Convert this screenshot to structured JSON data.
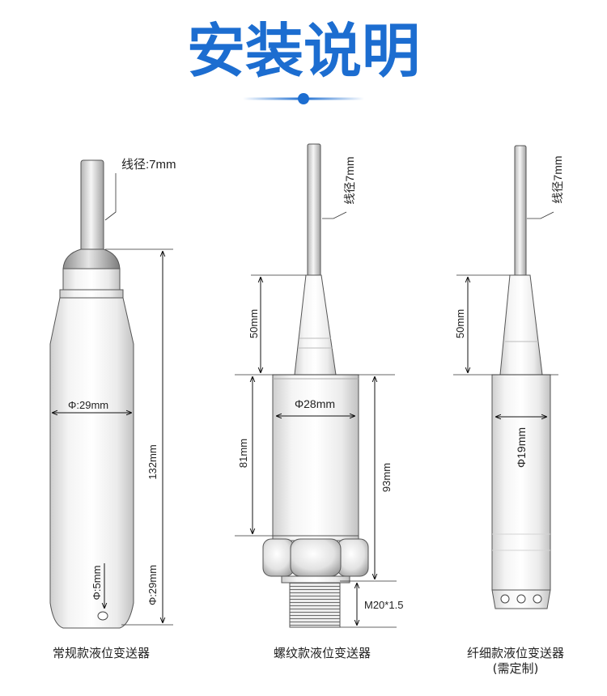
{
  "title": "安装说明",
  "colors": {
    "accent": "#1c6dd0",
    "text": "#222222",
    "outline": "#555555"
  },
  "products": {
    "regular": {
      "caption": "常规款液位变送器",
      "cable_label": "线径:7mm",
      "diameter_label": "Φ:29mm",
      "length_label": "132mm",
      "hole_label": "Φ:5mm",
      "bottom_diameter_label": "Φ:29mm"
    },
    "threaded": {
      "caption": "螺纹款液位变送器",
      "cable_label": "线径7mm",
      "taper_label": "50mm",
      "diameter_label": "Φ28mm",
      "body_label": "81mm",
      "total_label": "93mm",
      "thread_label": "M20*1.5"
    },
    "slim": {
      "caption": "纤细款液位变送器",
      "note": "(需定制)",
      "cable_label": "线径7mm",
      "taper_label": "50mm",
      "diameter_label": "Φ19mm"
    }
  }
}
